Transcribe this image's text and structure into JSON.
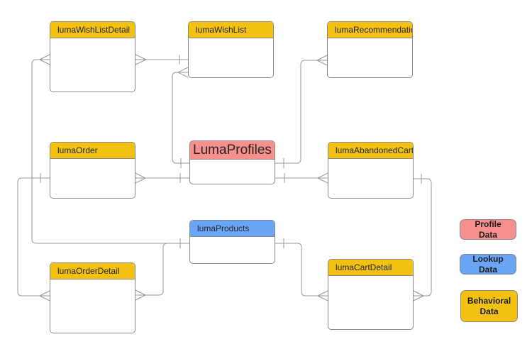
{
  "entities": [
    {
      "id": "lumaWishListDetail",
      "label": "lumaWishListDetail",
      "category": "behavioral"
    },
    {
      "id": "lumaWishList",
      "label": "lumaWishList",
      "category": "behavioral"
    },
    {
      "id": "lumaRecommendation",
      "label": "lumaRecommendation",
      "category": "behavioral"
    },
    {
      "id": "lumaOrder",
      "label": "lumaOrder",
      "category": "behavioral"
    },
    {
      "id": "LumaProfiles",
      "label": "LumaProfiles",
      "category": "profile"
    },
    {
      "id": "lumaAbandonedCart",
      "label": "lumaAbandonedCart",
      "category": "behavioral"
    },
    {
      "id": "lumaProducts",
      "label": "lumaProducts",
      "category": "lookup"
    },
    {
      "id": "lumaOrderDetail",
      "label": "lumaOrderDetail",
      "category": "behavioral"
    },
    {
      "id": "lumaCartDetail",
      "label": "lumaCartDetail",
      "category": "behavioral"
    }
  ],
  "relationships": [
    {
      "one": "lumaWishList",
      "many": "lumaWishListDetail"
    },
    {
      "one": "LumaProfiles",
      "many": "lumaWishList"
    },
    {
      "one": "LumaProfiles",
      "many": "lumaOrder"
    },
    {
      "one": "LumaProfiles",
      "many": "lumaRecommendation"
    },
    {
      "one": "LumaProfiles",
      "many": "lumaAbandonedCart"
    },
    {
      "one": "lumaOrder",
      "many": "lumaOrderDetail"
    },
    {
      "one": "lumaProducts",
      "many": "lumaWishListDetail"
    },
    {
      "one": "lumaProducts",
      "many": "lumaOrderDetail"
    },
    {
      "one": "lumaProducts",
      "many": "lumaCartDetail"
    },
    {
      "one": "lumaAbandonedCart",
      "many": "lumaCartDetail"
    }
  ],
  "legend": {
    "items": [
      {
        "label": "Profile Data",
        "color": "#F78F8C"
      },
      {
        "label": "Lookup Data",
        "color": "#6AA4F5"
      },
      {
        "label": "Behavioral Data",
        "color": "#F2C111"
      }
    ]
  },
  "colors": {
    "profile": "#F78F8C",
    "lookup": "#6AA4F5",
    "behavioral": "#F2C111",
    "border": "#8A8A8A",
    "connector": "#999999",
    "canvas": "#FFFFFF"
  }
}
